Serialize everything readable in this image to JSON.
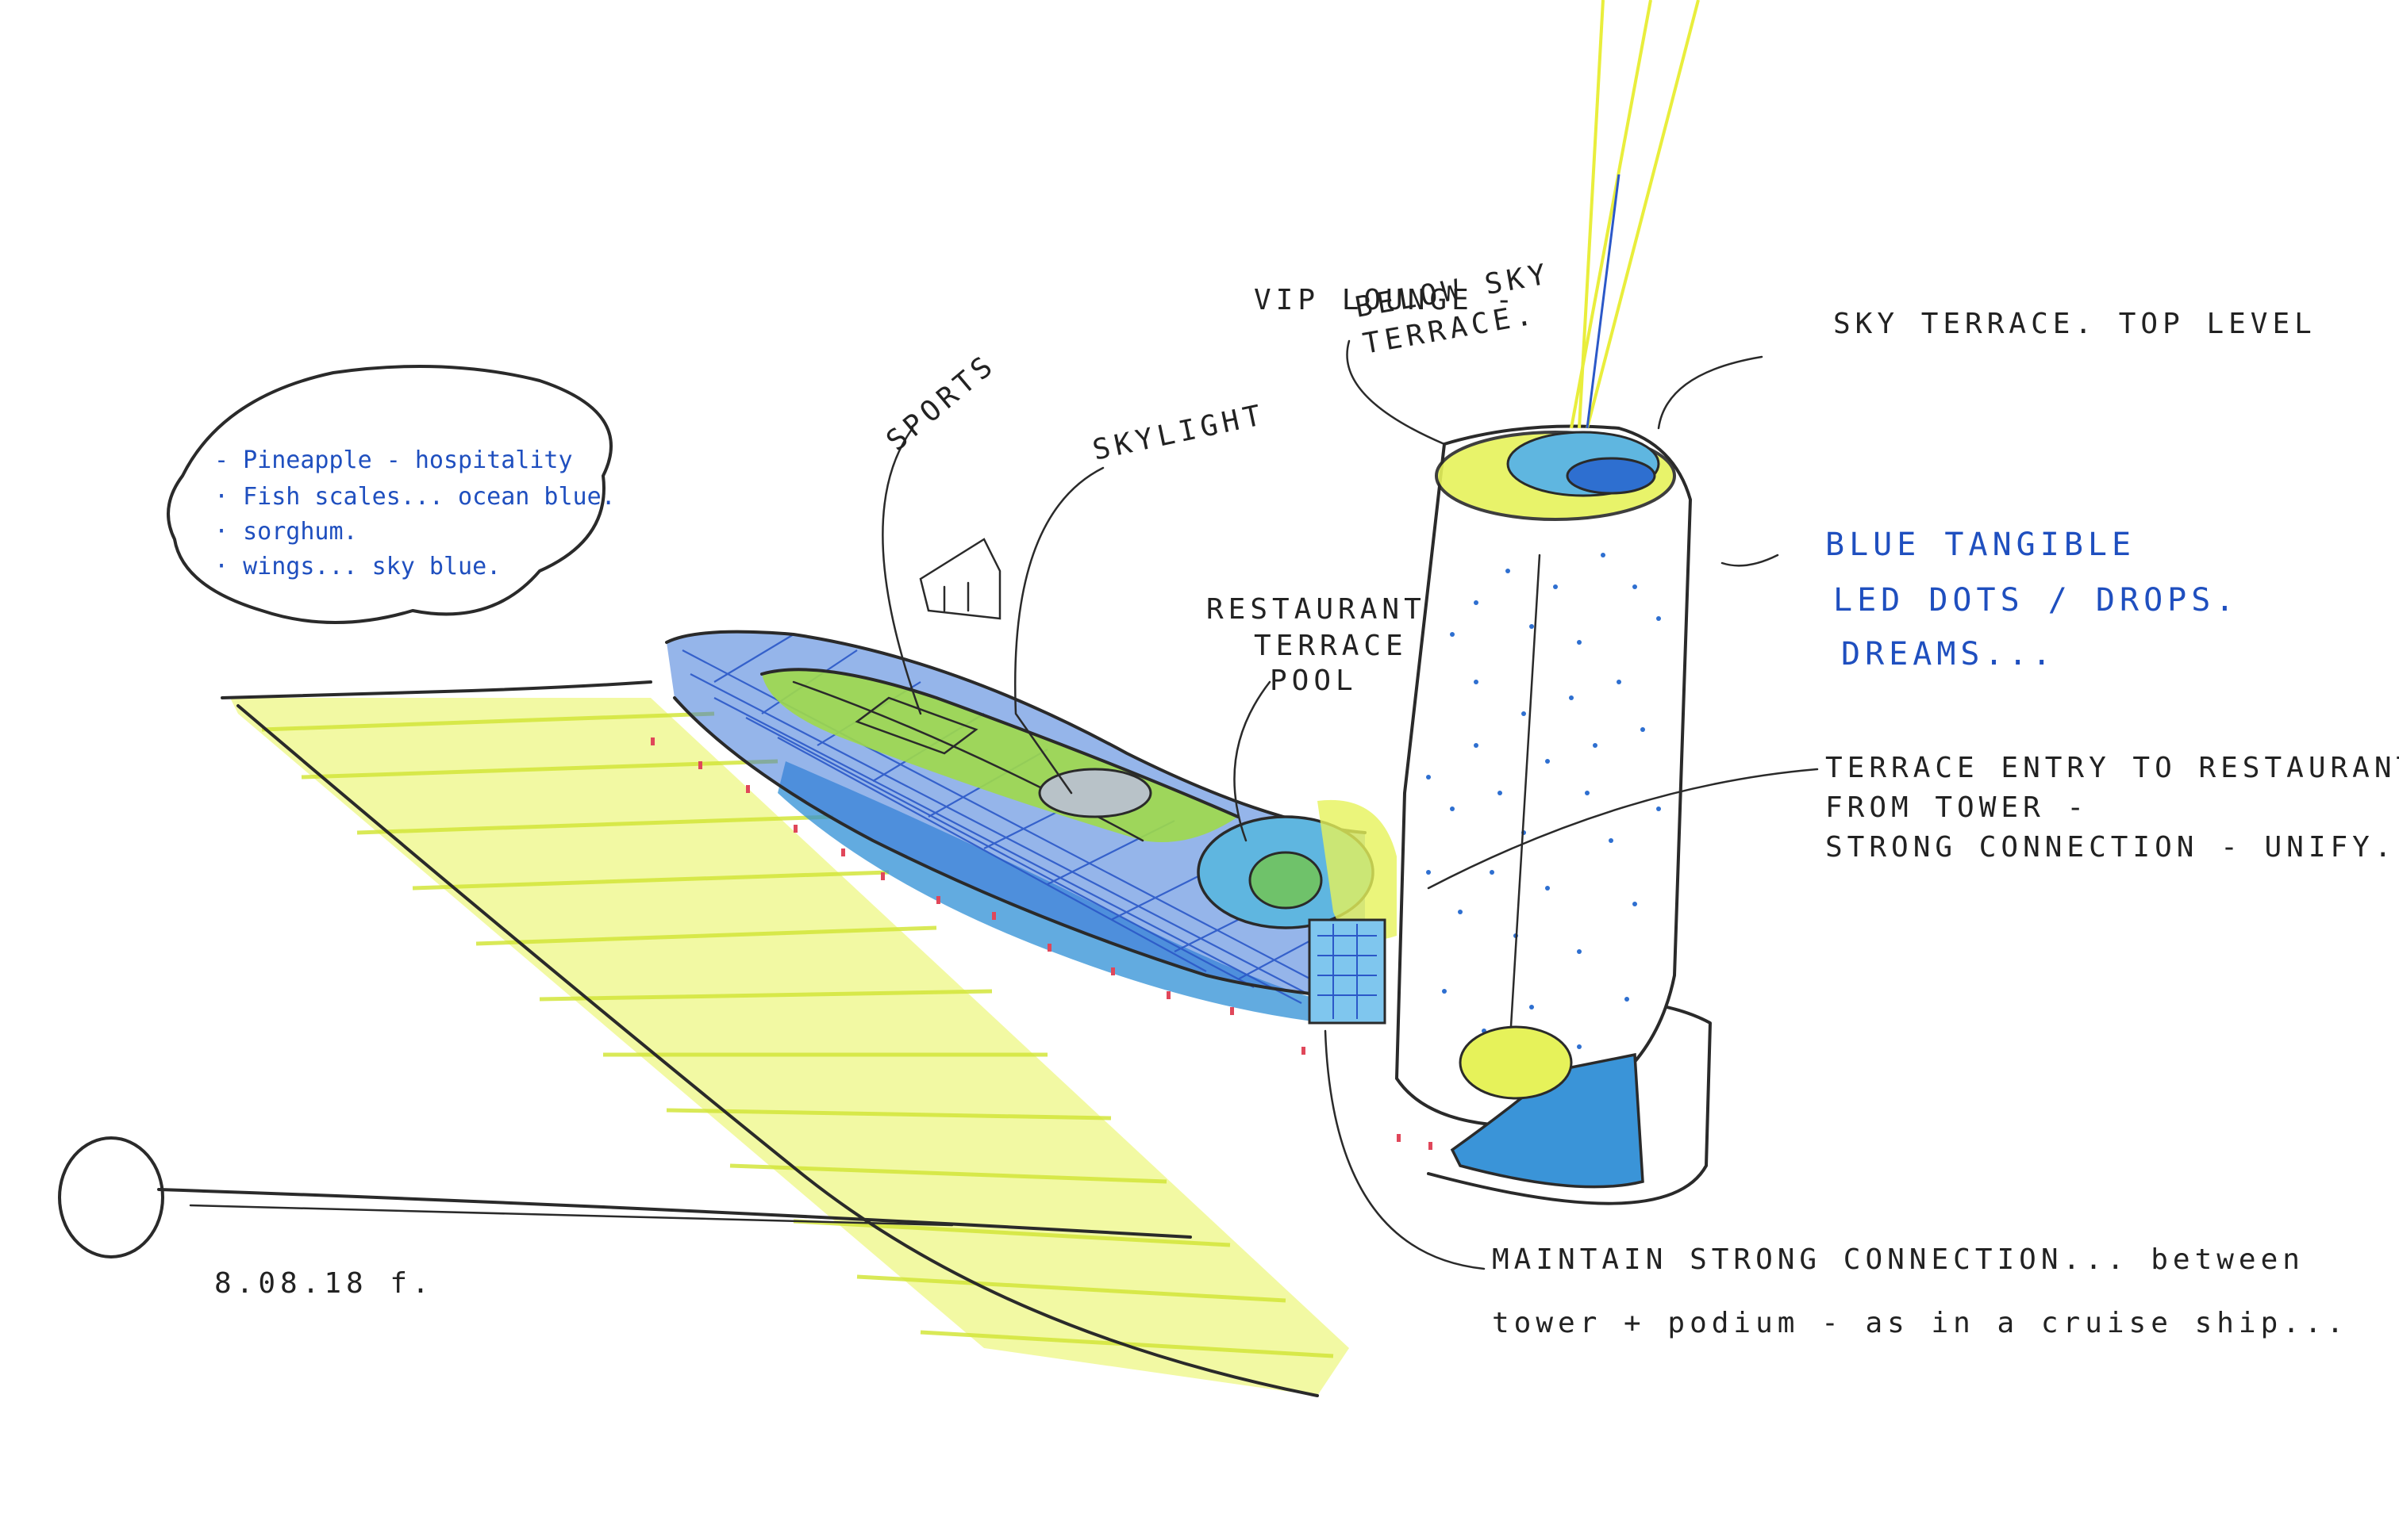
{
  "notes": {
    "cloud_lines": [
      "- Pineapple - hospitality",
      "· Fish scales... ocean blue.",
      "· sorghum.",
      "· wings... sky blue."
    ]
  },
  "labels": {
    "sports": "SPORTS",
    "skylight": "SKYLIGHT",
    "restaurant": [
      "RESTAURANT",
      "TERRACE",
      "POOL"
    ],
    "vip_lounge": [
      "VIP LOUNGE -",
      "BELOW SKY",
      "TERRACE."
    ],
    "sky_terrace": "SKY TERRACE. TOP LEVEL",
    "blue_tangible": [
      "BLUE TANGIBLE",
      "LED DOTS / DROPS.",
      "DREAMS..."
    ],
    "terrace_entry": [
      "TERRACE ENTRY TO RESTAURANT",
      "FROM TOWER -",
      "STRONG CONNECTION - UNIFY."
    ],
    "maintain": [
      "MAINTAIN STRONG CONNECTION... between",
      "tower + podium - as in a cruise ship..."
    ],
    "date": "8.08.18 f."
  },
  "colors": {
    "ink": "#2a2a2a",
    "blue_ink": "#1f4fbf",
    "yellow_wash": "#e6f25a",
    "green_roof": "#9ed94b",
    "ocean_blue": "#2e8fd6",
    "sky_blue": "#7fc6ee",
    "accent_red": "#e0475a"
  }
}
